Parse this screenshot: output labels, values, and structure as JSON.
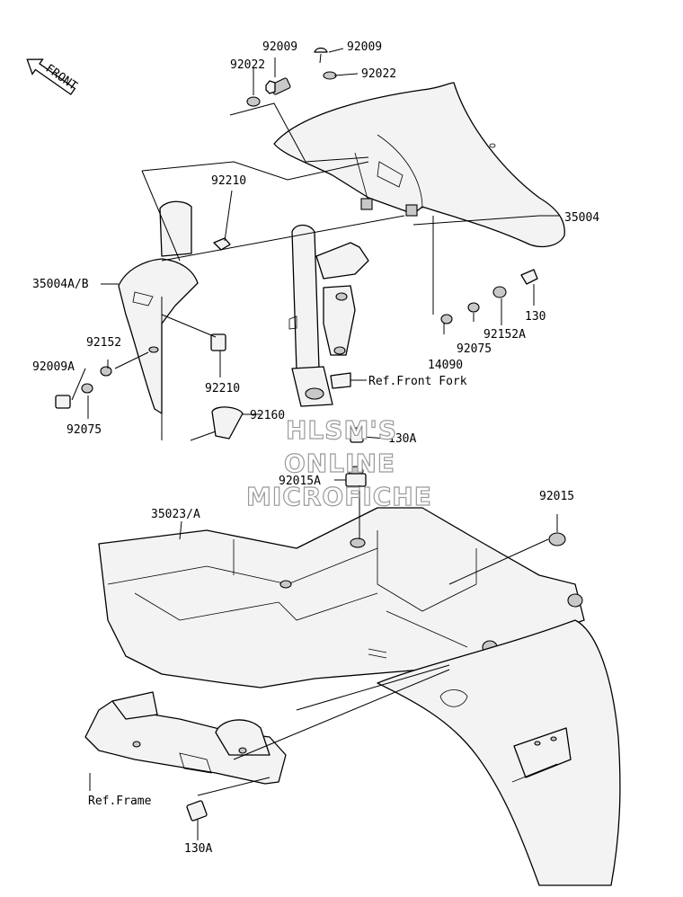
{
  "orientation_badge": "FRONT",
  "parts": {
    "p92009_a": "92009",
    "p92009_b": "92009",
    "p92022_a": "92022",
    "p92022_b": "92022",
    "p92210_top": "92210",
    "p92210_bottom": "92210",
    "p35004": "35004",
    "p35004ab": "35004A/B",
    "p92152": "92152",
    "p92009a": "92009A",
    "p92075_left": "92075",
    "p92160": "92160",
    "p130_right": "130",
    "p92152a": "92152A",
    "p92075_right": "92075",
    "p14090": "14090",
    "ref_front_fork": "Ref.Front Fork",
    "p130a_mid": "130A",
    "p92015a": "92015A",
    "p35023a": "35023/A",
    "p92015": "92015",
    "ref_frame": "Ref.Frame",
    "p130a_bottom": "130A"
  },
  "watermark": {
    "line1": "HLSM'S",
    "line2": "ONLINE",
    "line3": "MICROFICHE"
  }
}
